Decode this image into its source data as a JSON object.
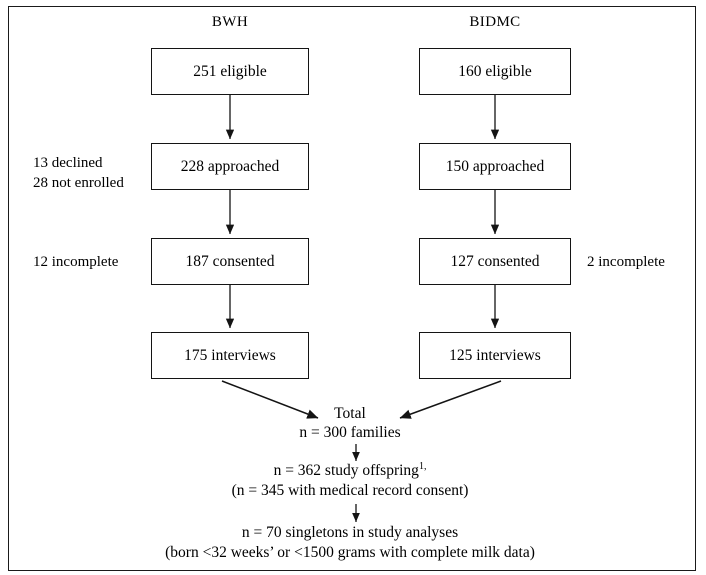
{
  "figure": {
    "type": "participant-flow-diagram",
    "columns": [
      {
        "id": "bwh",
        "header": "BWH"
      },
      {
        "id": "bidmc",
        "header": "BIDMC"
      }
    ],
    "bwh_nodes": [
      {
        "label": "251 eligible"
      },
      {
        "label": "228 approached"
      },
      {
        "label": "187 consented"
      },
      {
        "label": "175 interviews"
      }
    ],
    "bidmc_nodes": [
      {
        "label": "160 eligible"
      },
      {
        "label": "150 approached"
      },
      {
        "label": "127 consented"
      },
      {
        "label": "125 interviews"
      }
    ],
    "left_notes": [
      {
        "line1": "13 declined",
        "line2": "28 not enrolled"
      },
      {
        "line1": "12 incomplete",
        "line2": ""
      }
    ],
    "right_notes": [
      {
        "line1": "2 incomplete",
        "line2": ""
      }
    ],
    "summary": {
      "total_label": "Total",
      "families": "n = 300 families",
      "offspring_text": "n = 362 study offspring",
      "offspring_footnote": "1,",
      "medical_record": "(n = 345 with medical record consent)",
      "singletons": "n = 70 singletons in study analyses",
      "criteria": "(born <32 weeks’ or <1500 grams with complete milk data)"
    }
  },
  "colors": {
    "stroke": "#141414",
    "frame": "#1a1a1a",
    "background": "#ffffff",
    "text": "#000000"
  }
}
